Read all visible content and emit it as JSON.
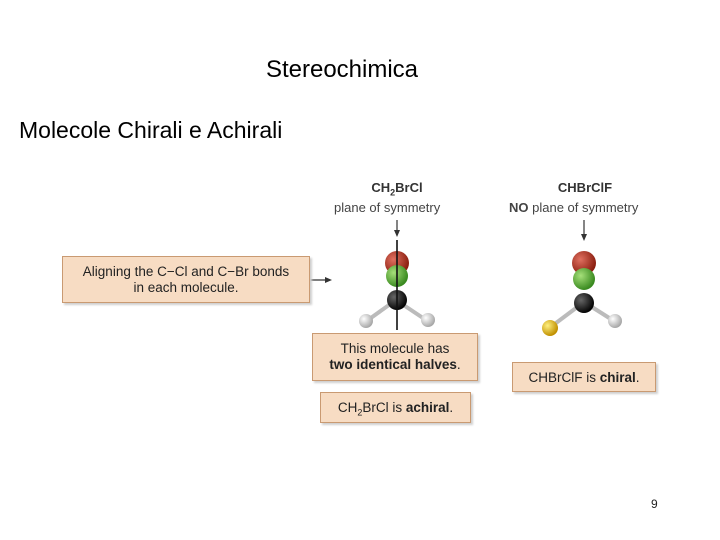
{
  "slide": {
    "title": "Stereochimica",
    "subtitle": "Molecole Chirali e Achirali",
    "page_number": "9"
  },
  "figure": {
    "left_molecule": {
      "formula_main": "CH",
      "formula_sub": "2",
      "formula_rest": "BrCl",
      "plane_label": "plane of symmetry",
      "halves_note_line1": "This molecule has",
      "halves_note_line2_bold": "two identical halves",
      "halves_note_line2_end": ".",
      "result_main": "CH",
      "result_sub": "2",
      "result_rest": "BrCl is ",
      "result_bold": "achiral",
      "result_end": "."
    },
    "right_molecule": {
      "formula": "CHBrClF",
      "plane_prefix_bold": "NO",
      "plane_label": " plane of symmetry",
      "result_text": "CHBrClF is ",
      "result_bold": "chiral",
      "result_end": "."
    },
    "align_note": {
      "line1": "Aligning the C−Cl and C−Br bonds",
      "line2": "in each molecule."
    }
  },
  "colors": {
    "note_fill": "#f7dcc3",
    "note_border": "#c99a72",
    "bromine": "#b8321f",
    "chlorine": "#5fb43a",
    "carbon": "#1c1c1c",
    "hydrogen": "#e0e0e0",
    "fluorine": "#e6c020"
  }
}
